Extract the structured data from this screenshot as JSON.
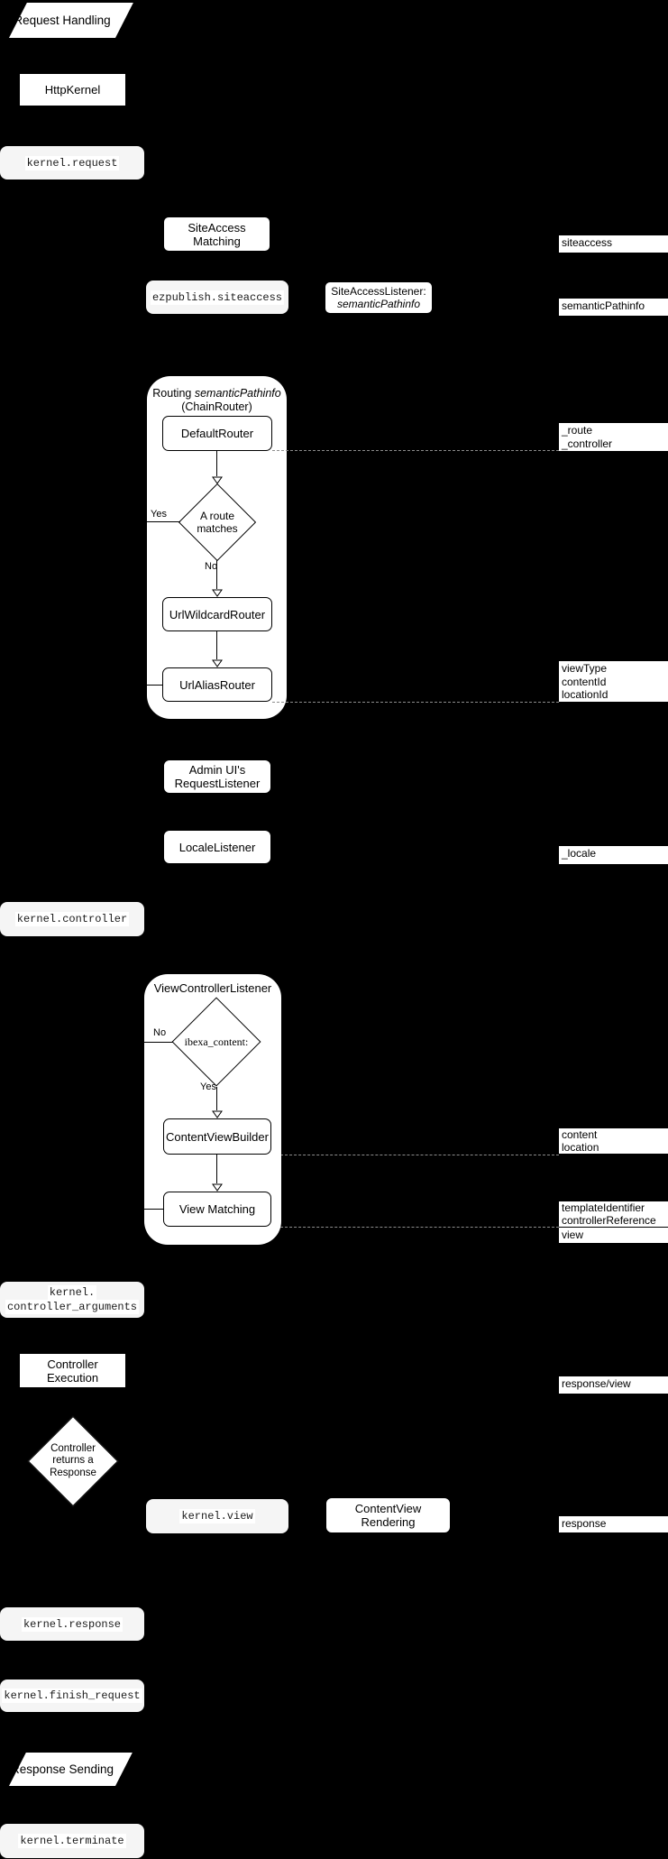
{
  "colors": {
    "background": "#000000",
    "node_fill": "#ffffff",
    "event_fill": "#f5f5f5",
    "line": "#000000",
    "dashed_line": "#8c8c8c"
  },
  "nodes": {
    "request_handling": {
      "label": "Request Handling"
    },
    "http_kernel": {
      "label": "HttpKernel"
    },
    "kernel_request": {
      "label": "kernel.request"
    },
    "siteaccess_matching": {
      "label": "SiteAccess Matching"
    },
    "ezpublish_siteaccess": {
      "label": "ezpublish.siteaccess"
    },
    "siteaccess_listener": {
      "line1": "SiteAccessListener:",
      "line2": "semanticPathinfo"
    },
    "routing_group": {
      "title_prefix": "Routing ",
      "title_italic": "semanticPathinfo",
      "subtitle": "(ChainRouter)"
    },
    "default_router": {
      "label": "DefaultRouter"
    },
    "route_matches": {
      "line1": "A route",
      "line2": "matches",
      "yes": "Yes",
      "no": "No"
    },
    "url_wildcard_router": {
      "label": "UrlWildcardRouter"
    },
    "url_alias_router": {
      "label": "UrlAliasRouter"
    },
    "admin_ui_request_listener": {
      "line1": "Admin UI's",
      "line2": "RequestListener"
    },
    "locale_listener": {
      "label": "LocaleListener"
    },
    "kernel_controller": {
      "label": "kernel.controller"
    },
    "view_controller_group": {
      "title": "ViewControllerListener"
    },
    "ibexa_content": {
      "label": "ibexa_content:",
      "yes": "Yes",
      "no": "No"
    },
    "content_view_builder": {
      "label": "ContentViewBuilder"
    },
    "view_matching": {
      "label": "View Matching"
    },
    "kernel_controller_arguments": {
      "line1": "kernel.",
      "line2": "controller_arguments"
    },
    "controller_execution": {
      "label": "Controller Execution"
    },
    "controller_returns_response": {
      "line1": "Controller",
      "line2": "returns a",
      "line3": "Response"
    },
    "kernel_view": {
      "label": "kernel.view"
    },
    "contentview_rendering": {
      "label": "ContentView Rendering"
    },
    "kernel_response": {
      "label": "kernel.response"
    },
    "kernel_finish_request": {
      "label": "kernel.finish_request"
    },
    "response_sending": {
      "label": "Response Sending"
    },
    "kernel_terminate": {
      "label": "kernel.terminate"
    }
  },
  "annotations": {
    "siteaccess": "siteaccess",
    "semantic_pathinfo": "semanticPathinfo",
    "route": "_route",
    "controller": "_controller",
    "view_type": "viewType",
    "content_id": "contentId",
    "location_id": "locationId",
    "locale": "_locale",
    "content": "content",
    "location": "location",
    "template_identifier": "templateIdentifier",
    "controller_reference": "controllerReference",
    "view": "view",
    "response_view": "response/view",
    "response": "response"
  }
}
